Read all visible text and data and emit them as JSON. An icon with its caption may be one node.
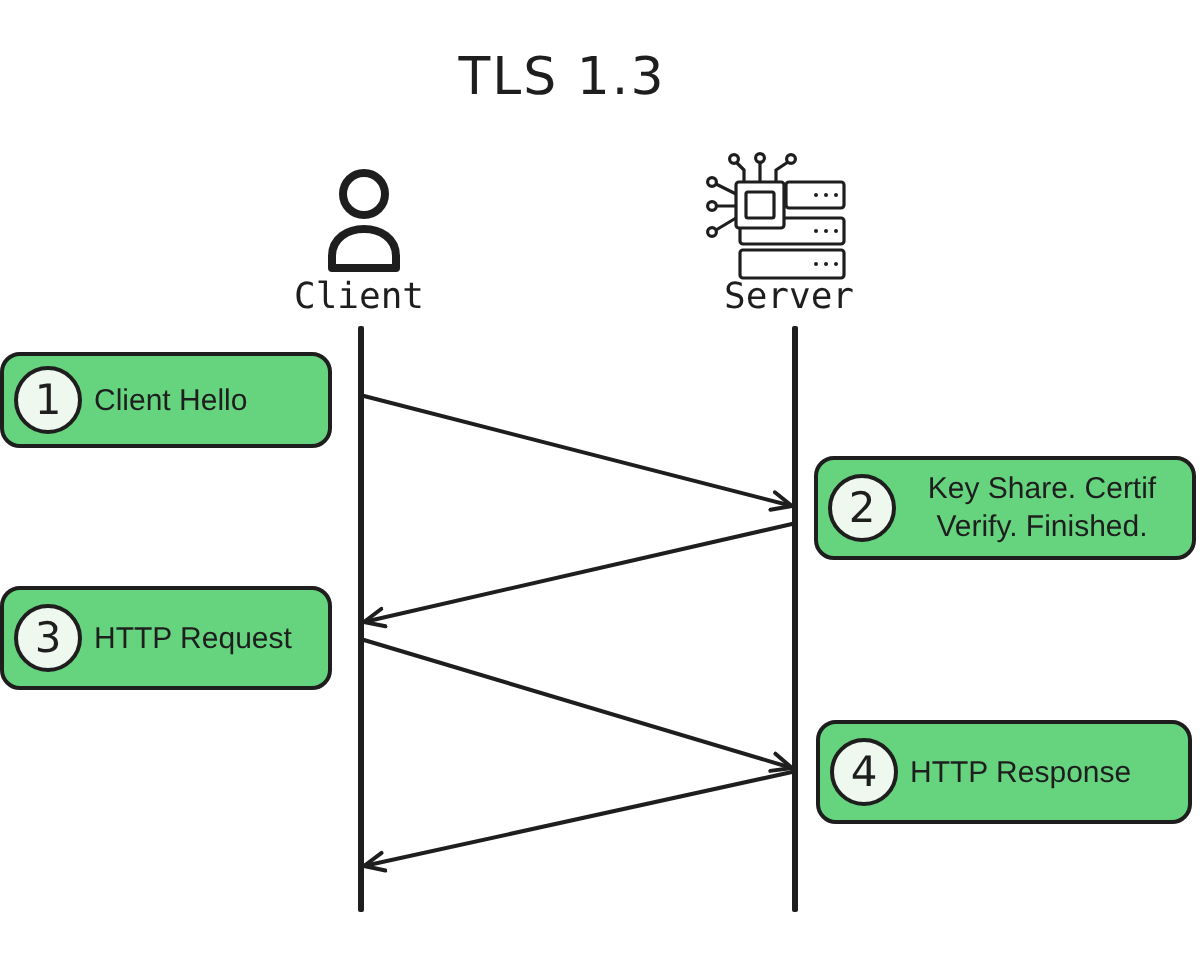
{
  "diagram": {
    "title": "TLS 1.3",
    "nodes": [
      {
        "text": [
          "Client"
        ]
      },
      {
        "text": [
          "Server"
        ]
      },
      {
        "text": [],
        "shape": "line"
      },
      {
        "text": [],
        "shape": "line"
      },
      {
        "text": [
          "Client Hello"
        ]
      },
      {
        "text": [
          "1"
        ],
        "in": 4
      },
      {
        "text": [
          "Key Share. Certif Verify. Finished."
        ]
      },
      {
        "text": [
          "2"
        ],
        "in": 6
      },
      {
        "text": [
          "HTTP Request"
        ]
      },
      {
        "text": [
          "3"
        ],
        "in": 8
      },
      {
        "text": [
          "HTTP Response"
        ]
      },
      {
        "text": [
          "4"
        ],
        "in": 10
      }
    ],
    "edges": [
      {
        "from": 2,
        "to": 3,
        "arrow": "to"
      },
      {
        "from": 3,
        "to": 2,
        "arrow": "to"
      },
      {
        "from": 2,
        "to": 3,
        "arrow": "to"
      },
      {
        "from": 3,
        "to": 2,
        "arrow": "to"
      }
    ]
  }
}
